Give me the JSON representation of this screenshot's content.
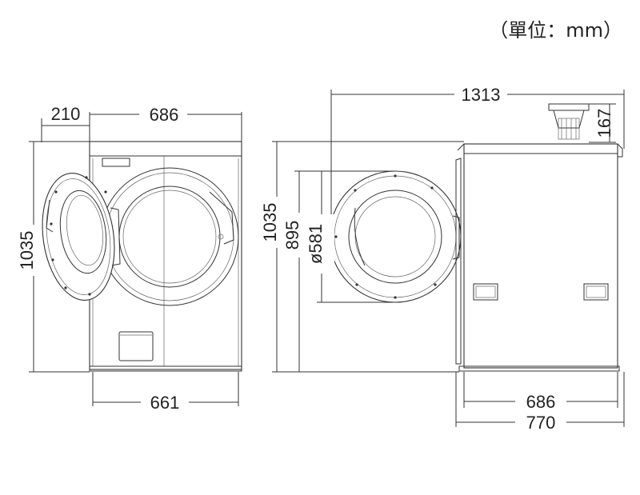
{
  "unit_note": "（單位：mm）",
  "front_view": {
    "door_depth": "210",
    "width_top": "686",
    "height": "1035",
    "width_base": "661"
  },
  "side_view": {
    "total_depth": "1313",
    "hose_height": "167",
    "height": "1035",
    "door_center_height": "895",
    "door_diameter": "ø581",
    "body_depth": "686",
    "overall_depth": "770"
  }
}
